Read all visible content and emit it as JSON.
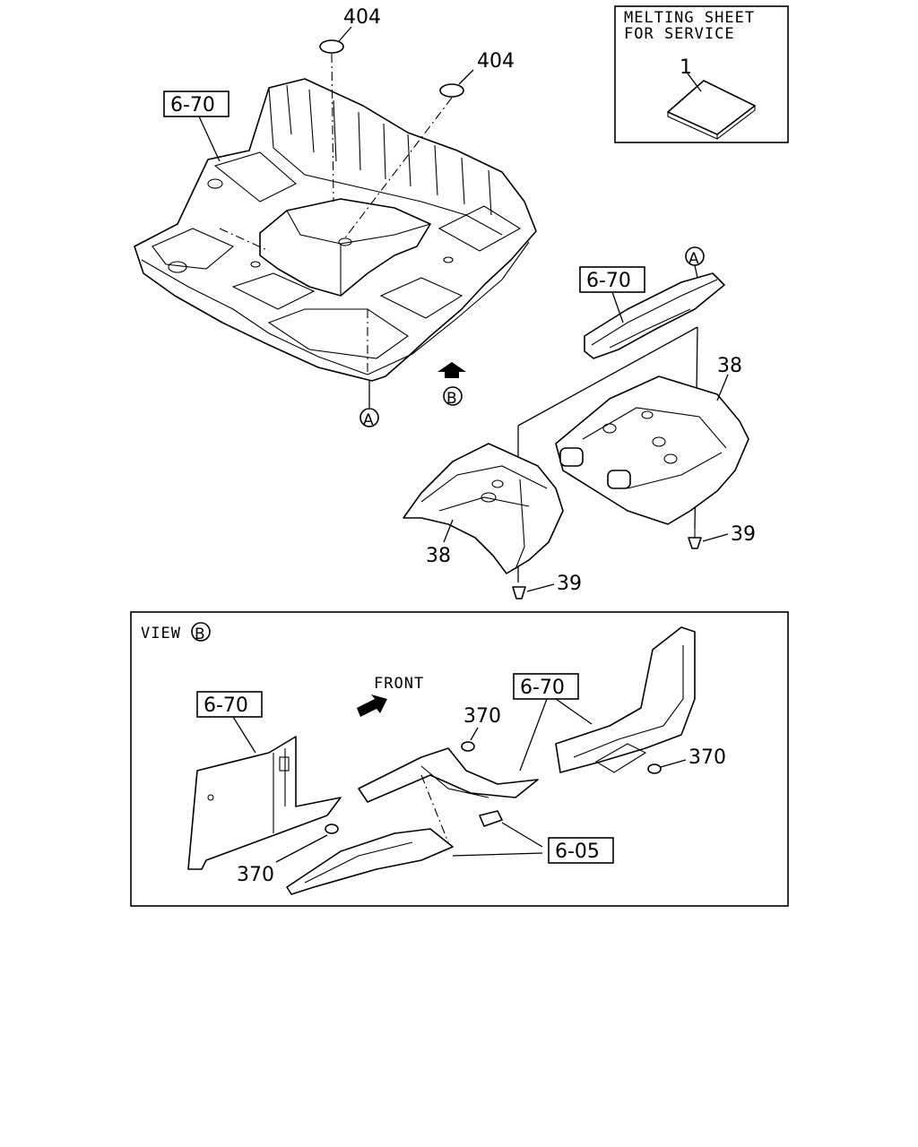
{
  "callouts": {
    "ref_404_a": "404",
    "ref_404_b": "404",
    "ref_670_floor": "6-70",
    "ref_670_member": "6-70",
    "ref_670_view_left": "6-70",
    "ref_670_view_right": "6-70",
    "ref_605": "6-05",
    "ref_38_right": "38",
    "ref_38_left": "38",
    "ref_39_right": "39",
    "ref_39_left": "39",
    "ref_370_top": "370",
    "ref_370_right": "370",
    "ref_370_bottom": "370",
    "ref_1": "1"
  },
  "service_box": {
    "line1": "MELTING SHEET",
    "line2": "FOR SERVICE"
  },
  "view_marks": {
    "a_top": "A",
    "a_bottom": "A",
    "b_arrow": "B",
    "view_label": "VIEW",
    "view_letter": "B"
  },
  "front_label": "FRONT"
}
